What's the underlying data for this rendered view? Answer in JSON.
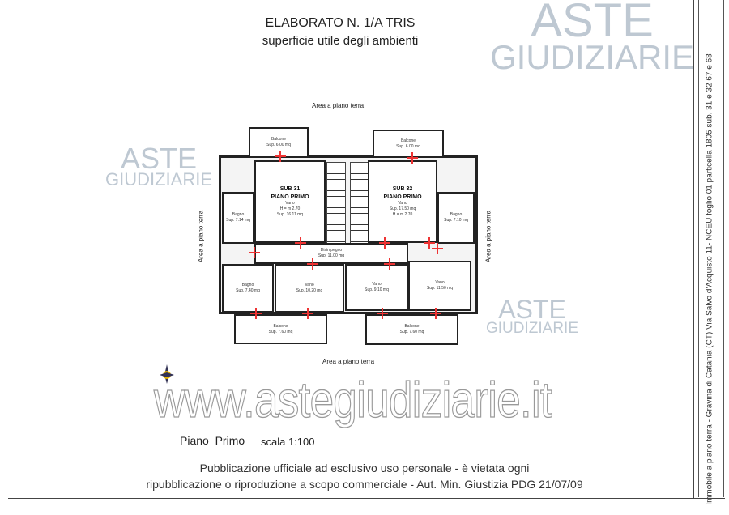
{
  "header": {
    "title": "ELABORATO N. 1/A TRIS",
    "subtitle": "superficie utile degli ambienti"
  },
  "watermark": {
    "line1": "ASTE",
    "line2": "GIUDIZIARIE",
    "url": "www.astegiudiziarie.it"
  },
  "plan": {
    "area_top": "Area a piano terra",
    "area_bottom": "Area a piano terra",
    "area_left": "Area a piano terra",
    "area_right": "Area a piano terra",
    "rooms": [
      {
        "name": "Balcone",
        "sup": "Sup. 6.00 mq"
      },
      {
        "name": "Balcone",
        "sup": "Sup. 6.00 mq"
      },
      {
        "title1": "SUB 31",
        "title2": "PIANO PRIMO",
        "name": "Vano",
        "h": "H = m 2.70",
        "sup": "Sup. 16.11 mq"
      },
      {
        "title1": "SUB 32",
        "title2": "PIANO PRIMO",
        "name": "Vano",
        "sup": "Sup. 17.50 mq",
        "h": "H = m 2.70"
      },
      {
        "name": "Bagno",
        "sup": "Sup. 7.14 mq"
      },
      {
        "name": "Bagno",
        "sup": "Sup. 7.10 mq"
      },
      {
        "name": "Disimpegno",
        "sup": "Sup. 11.00 mq"
      },
      {
        "name": "Bagno",
        "sup": "Sup. 7.40 mq"
      },
      {
        "name": "Vano",
        "sup": "Sup. 10.20 mq"
      },
      {
        "name": "Vano",
        "sup": "Sup. 9.10 mq"
      },
      {
        "name": "Vano",
        "sup": "Sup. 11.50 mq"
      },
      {
        "name": "Balcone",
        "sup": "Sup. 7.60 mq"
      },
      {
        "name": "Balcone",
        "sup": "Sup. 7.60 mq"
      }
    ]
  },
  "floor": {
    "label": "Piano  Primo",
    "scale": "scala 1:100"
  },
  "footer": {
    "line1": "Pubblicazione ufficiale ad esclusivo uso personale - è vietata ogni",
    "line2": "ripubblicazione o riproduzione a scopo commerciale - Aut. Min. Giustizia PDG 21/07/09"
  },
  "side_note": "Immobile a piano terra - Gravina di Catania (CT) Via Salvo d'Acquisto 11-  NCEU foglio 01 particella 1805 sub. 31 e 32 67 e 68"
}
